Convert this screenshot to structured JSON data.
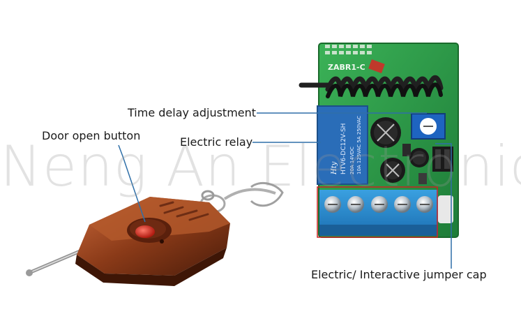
{
  "annotations": {
    "time_delay": "Time delay adjustment",
    "door_open": "Door open button",
    "relay": "Electric relay",
    "jumper": "Electric/ Interactive jumper cap"
  },
  "watermark": "Neng An Electronic",
  "pcb": {
    "board_label": "ZABR1-C",
    "relay_text_1": "Hty",
    "relay_text_2": "HTV6-DC12V-SH",
    "relay_text_3": "20A 14VDC",
    "relay_text_4": "10A 125VAC 5A 250VAC"
  },
  "colors": {
    "leader_line": "#2f6fa8",
    "terminal_frame": "#cc2222",
    "pcb_green": "#2f9a4a",
    "remote_brown": "#8a3a18",
    "button_red": "#d42a1c"
  }
}
